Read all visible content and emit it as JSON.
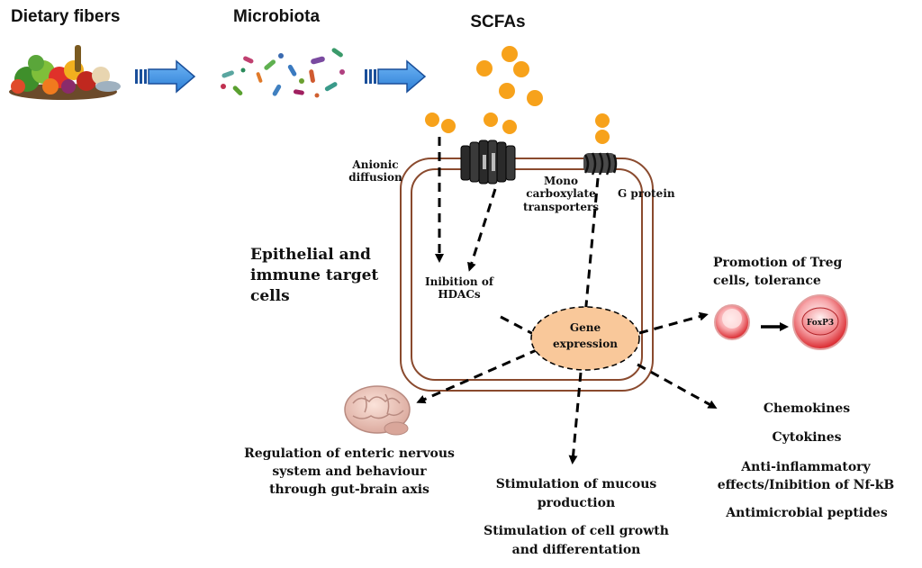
{
  "top": {
    "dietary_fibers": "Dietary fibers",
    "microbiota": "Microbiota",
    "scfas": "SCFAs"
  },
  "entry": {
    "anionic_line1": "Anionic",
    "anionic_line2": "diffusion",
    "mct_line1": "Mono",
    "mct_line2": "carboxylate",
    "mct_line3": "transporters",
    "g_protein": "G protein"
  },
  "cell": {
    "target_line1": "Epithelial and",
    "target_line2": "immune target",
    "target_line3": "cells",
    "hdac_line1": "Inibition of",
    "hdac_line2": "HDACs",
    "gene_line1": "Gene",
    "gene_line2": "expression"
  },
  "treg": {
    "line1": "Promotion of Treg",
    "line2": "cells, tolerance",
    "foxp3": "FoxP3"
  },
  "brain": {
    "line1": "Regulation of enteric nervous",
    "line2": "system and behaviour",
    "line3": "through gut-brain axis"
  },
  "mucous": {
    "line1": "Stimulation of mucous",
    "line2": "production",
    "growth_line1": "Stimulation of cell growth",
    "growth_line2": "and differentation"
  },
  "effects": {
    "chemokines": "Chemokines",
    "cytokines": "Cytokines",
    "anti_line1": "Anti-inflammatory",
    "anti_line2": "effects/Inibition of Nf-kB",
    "antimicrobial": "Antimicrobial peptides"
  },
  "colors": {
    "arrow_blue": "#3b8fe0",
    "scfa_orange": "#f7a21b",
    "gene_fill": "#f9c89a",
    "membrane": "#8a4a2e",
    "treg_red": "#e0282c"
  }
}
